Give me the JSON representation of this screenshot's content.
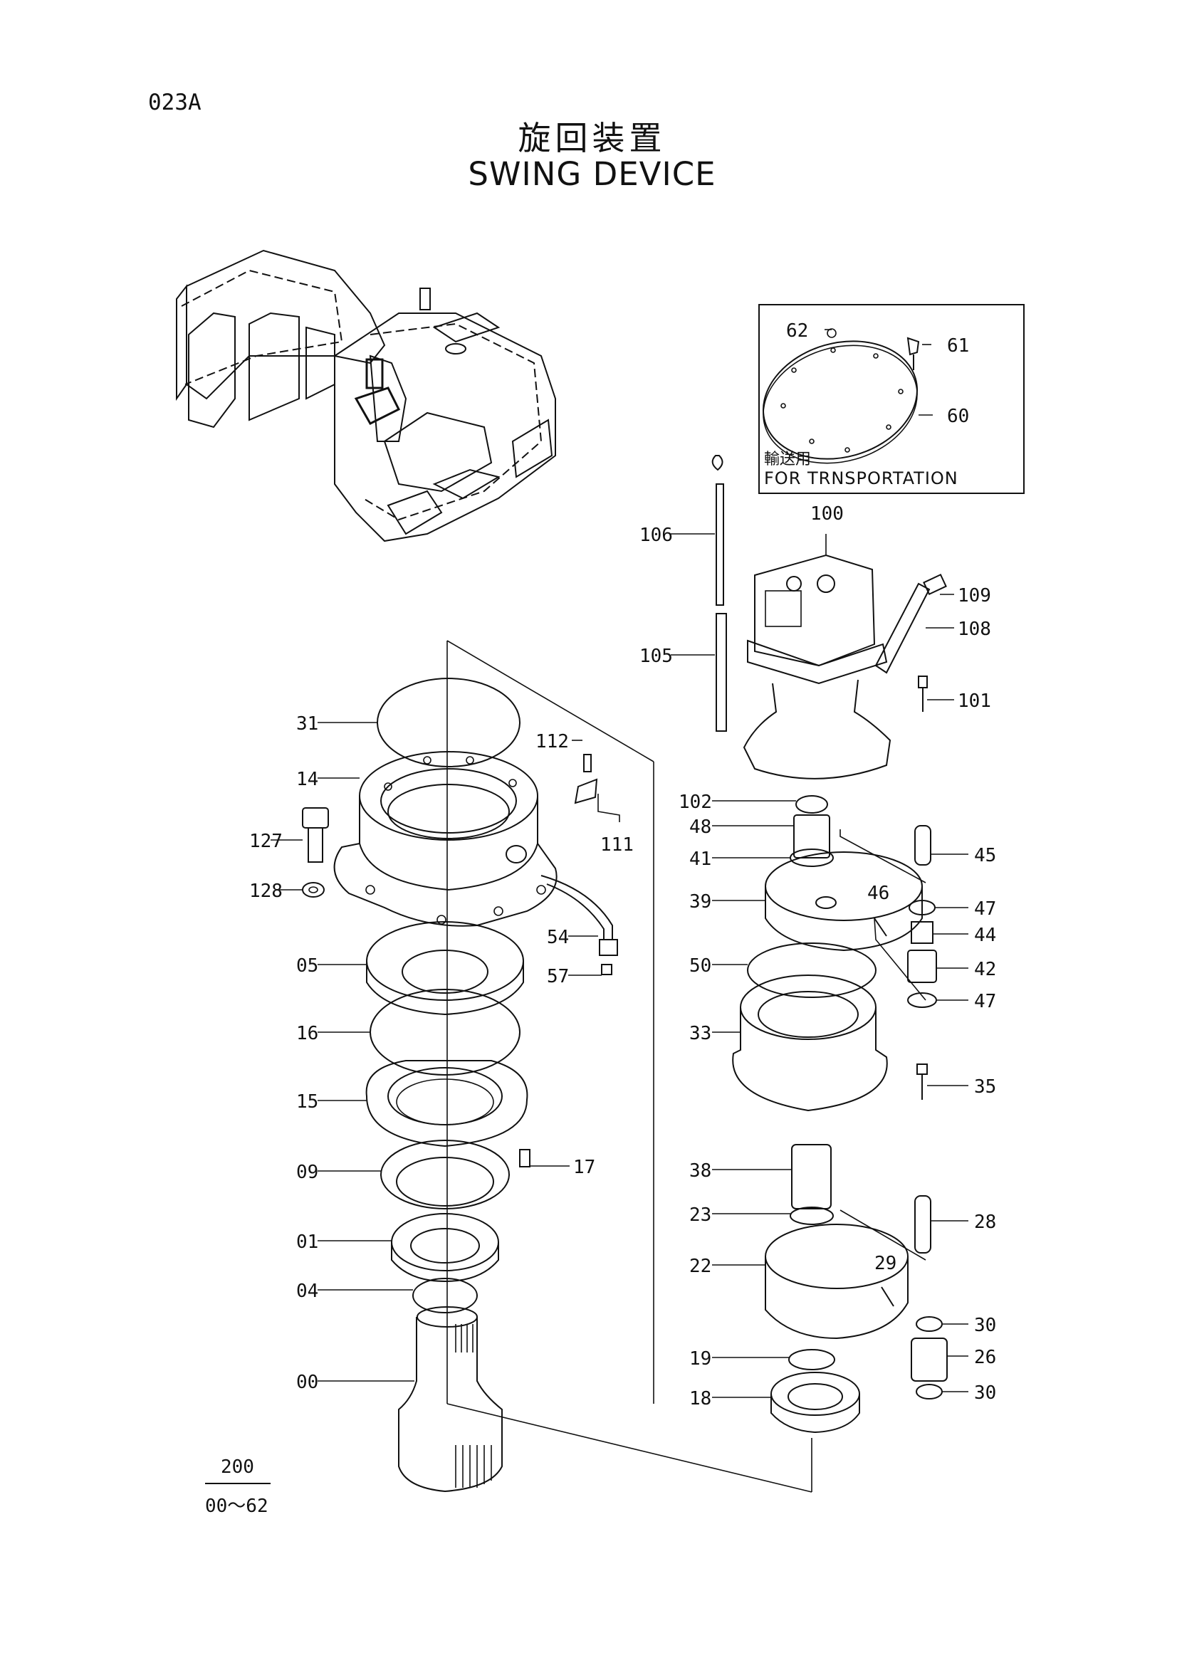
{
  "page": {
    "code": "023A",
    "title_jp": "旋回装置",
    "title_en": "SWING DEVICE"
  },
  "transport_box": {
    "label_jp": "輸送用",
    "label_en": "FOR TRNSPORTATION"
  },
  "assembly_ref": {
    "number": "200",
    "range": "00～62"
  },
  "parts": {
    "p62": "62",
    "p61": "61",
    "p60": "60",
    "p106": "106",
    "p100": "100",
    "p109": "109",
    "p108": "108",
    "p105": "105",
    "p101": "101",
    "p31": "31",
    "p14": "14",
    "p112": "112",
    "p127": "127",
    "p111": "111",
    "p128": "128",
    "p54": "54",
    "p57": "57",
    "p05": "05",
    "p16": "16",
    "p15": "15",
    "p17": "17",
    "p09": "09",
    "p01": "01",
    "p04": "04",
    "p00": "00",
    "p102": "102",
    "p48": "48",
    "p41": "41",
    "p45": "45",
    "p39": "39",
    "p46": "46",
    "p47a": "47",
    "p44": "44",
    "p50": "50",
    "p42": "42",
    "p47b": "47",
    "p33": "33",
    "p35": "35",
    "p38": "38",
    "p23": "23",
    "p28": "28",
    "p22": "22",
    "p29": "29",
    "p30a": "30",
    "p19": "19",
    "p26": "26",
    "p18": "18",
    "p30b": "30"
  }
}
